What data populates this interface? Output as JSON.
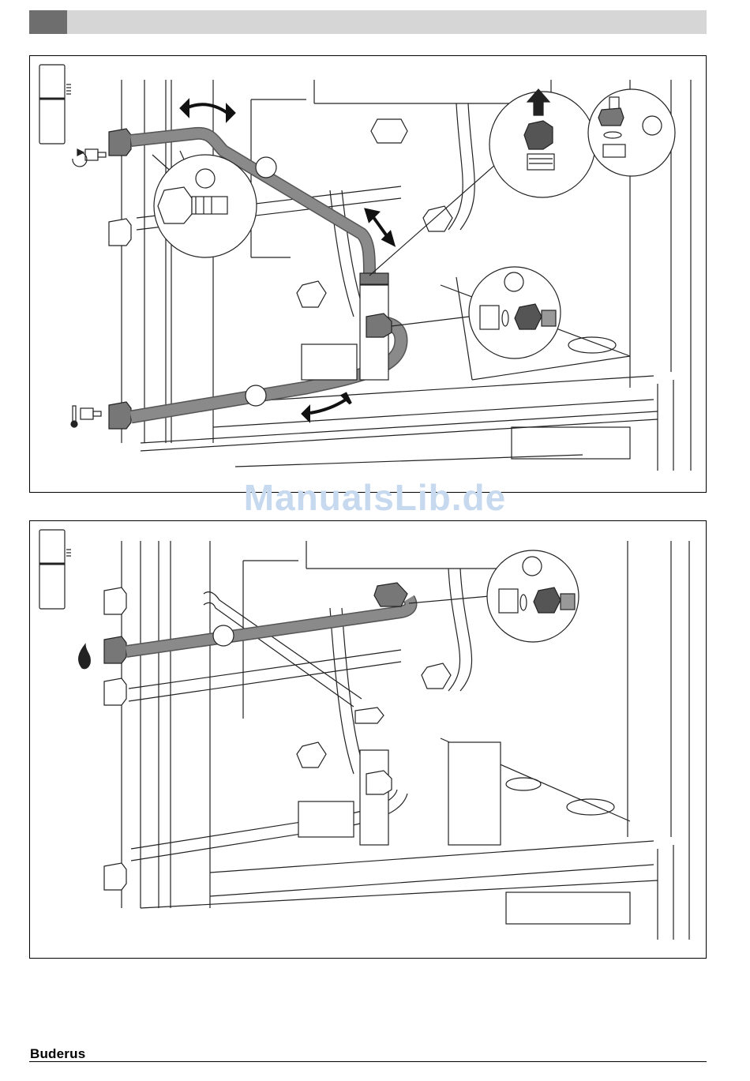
{
  "header": {
    "bar_color": "#d6d6d6",
    "tab_color": "#6e6e6e"
  },
  "watermark": {
    "text": "ManualsLib.de",
    "color": "#c7d9ef"
  },
  "figures": [
    {
      "id": "figure-1",
      "icons": [
        "unit-tank-icon",
        "flow-return-tap-icon",
        "hot-water-tap-icon",
        "rotate-arrow-icon",
        "up-arrow-icon"
      ],
      "callout_labels": [
        "",
        "",
        "",
        "",
        "",
        ""
      ]
    },
    {
      "id": "figure-2",
      "icons": [
        "unit-tank-icon",
        "gas-flame-icon"
      ],
      "callout_labels": [
        "",
        ""
      ]
    }
  ],
  "footer": {
    "brand": "Buderus"
  }
}
